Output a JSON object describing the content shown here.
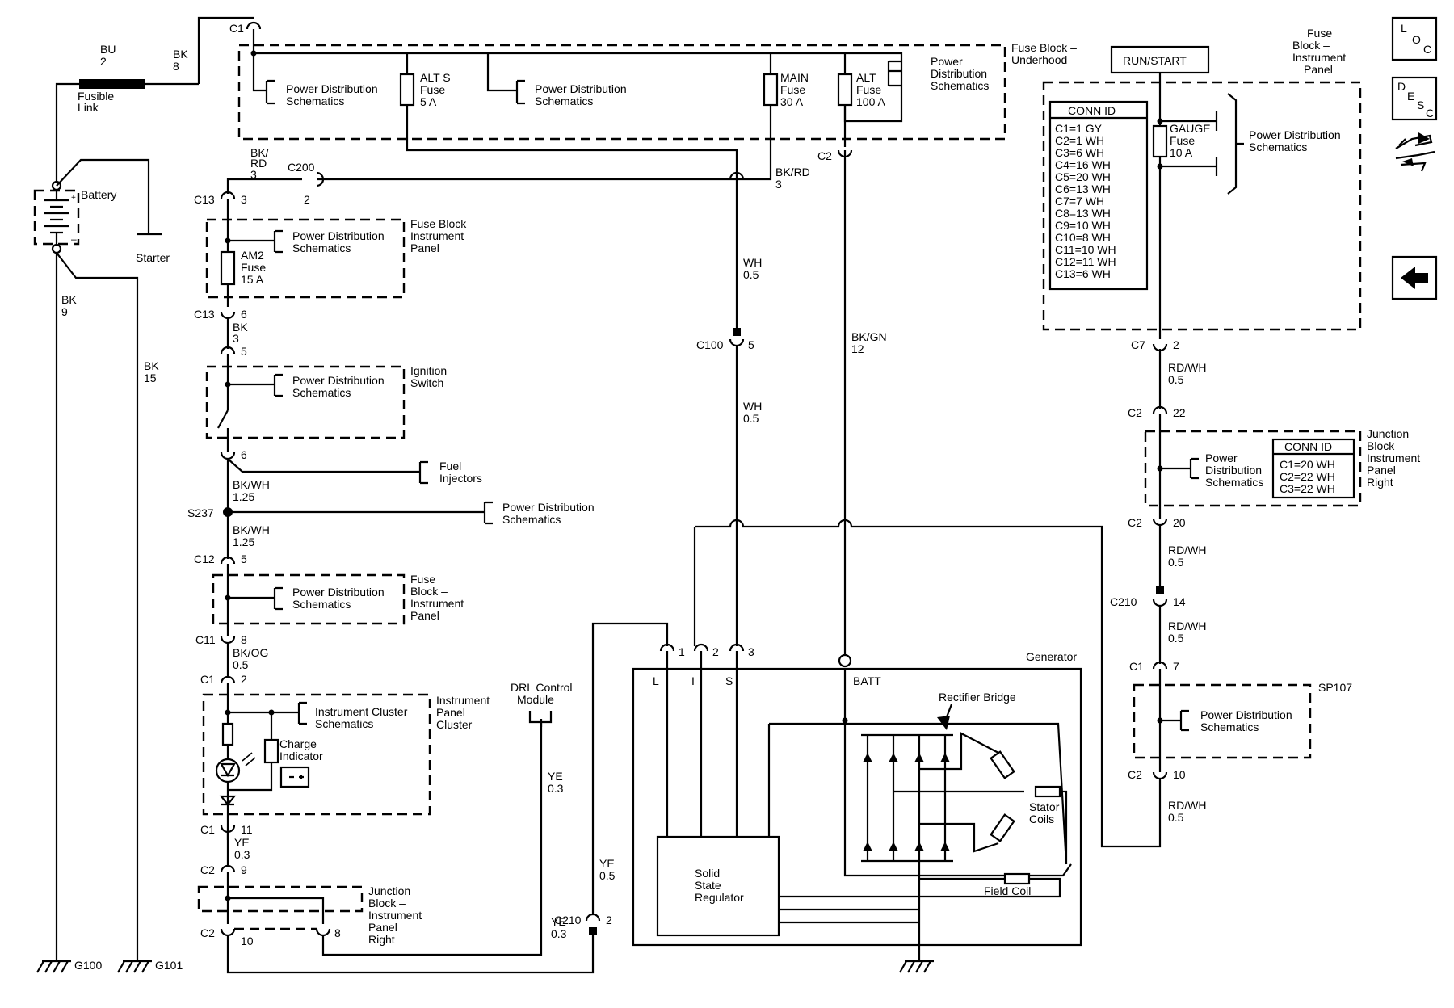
{
  "nav": {
    "loc": [
      "L",
      "O",
      "C"
    ],
    "desc": [
      "D",
      "E",
      "S",
      "C"
    ]
  },
  "labels": {
    "run_start": "RUN/START",
    "fuse_block_ip": [
      "Fuse",
      "Block –",
      "Instrument",
      "Panel"
    ],
    "fuse_block_uh": [
      "Fuse Block –",
      "Underhood"
    ],
    "pds": [
      "Power Distribution",
      "Schematics"
    ],
    "pds3": [
      "Power",
      "Distribution",
      "Schematics"
    ],
    "alts_fuse": [
      "ALT S",
      "Fuse",
      "5 A"
    ],
    "main_fuse": [
      "MAIN",
      "Fuse",
      "30 A"
    ],
    "alt_fuse": [
      "ALT",
      "Fuse",
      "100 A"
    ],
    "gauge_fuse": [
      "GAUGE",
      "Fuse",
      "10 A"
    ],
    "am2_fuse": [
      "AM2",
      "Fuse",
      "15 A"
    ],
    "fuse_block_ip2": [
      "Fuse Block –",
      "Instrument",
      "Panel"
    ],
    "ignition_switch": [
      "Ignition",
      "Switch"
    ],
    "fuel_injectors": [
      "Fuel",
      "Injectors"
    ],
    "fuse_block_ip3": [
      "Fuse",
      "Block –",
      "Instrument",
      "Panel"
    ],
    "ipc": [
      "Instrument",
      "Panel",
      "Cluster"
    ],
    "ic_schem": [
      "Instrument Cluster",
      "Schematics"
    ],
    "charge_indicator": [
      "Charge",
      "Indicator"
    ],
    "drl": [
      "DRL Control",
      "Module"
    ],
    "jb_ip_right": [
      "Junction",
      "Block –",
      "Instrument",
      "Panel",
      "Right"
    ],
    "jb_ip_right2": [
      "Junction",
      "Block –",
      "Instrument",
      "Panel",
      "Right"
    ],
    "generator": "Generator",
    "rectifier": "Rectifier Bridge",
    "stator": [
      "Stator",
      "Coils"
    ],
    "field_coil": "Field Coil",
    "regulator": [
      "Solid",
      "State",
      "Regulator"
    ],
    "batt": "BATT",
    "term_l": "L",
    "term_i": "I",
    "term_s": "S",
    "battery": "Battery",
    "starter": "Starter",
    "fusible_link": [
      "Fusible",
      "Link"
    ],
    "sp107": "SP107",
    "s237": "S237"
  },
  "conn_id_main": {
    "title": "CONN ID",
    "rows": [
      "C1=1 GY",
      "C2=1 WH",
      "C3=6 WH",
      "C4=16 WH",
      "C5=20 WH",
      "C6=13 WH",
      "C7=7 WH",
      "C8=13 WH",
      "C9=10 WH",
      "C10=8 WH",
      "C11=10 WH",
      "C12=11 WH",
      "C13=6 WH"
    ]
  },
  "conn_id_jb": {
    "title": "CONN ID",
    "rows": [
      "C1=20 WH",
      "C2=22 WH",
      "C3=22 WH"
    ]
  },
  "connectors": {
    "c1_top": "C1",
    "c2_uh": "C2",
    "c200": "C200",
    "c200_pin": "2",
    "c13a": "C13",
    "c13a_pin": "3",
    "c13b": "C13",
    "c13b_pin": "6",
    "ign_in": "5",
    "ign_out": "6",
    "c12": "C12",
    "c12_pin": "5",
    "c11": "C11",
    "c11_pin": "8",
    "c1a": "C1",
    "c1a_pin": "2",
    "c1b": "C1",
    "c1b_pin": "11",
    "c2a": "C2",
    "c2a_pin": "9",
    "c2b": "C2",
    "c2b_pin": "10",
    "c2b_pin8": "8",
    "c210": "C210",
    "c210_pin": "2",
    "c100": "C100",
    "c100_pin": "5",
    "gen_pin1": "1",
    "gen_pin2": "2",
    "gen_pin3": "3",
    "c7": "C7",
    "c7_pin": "2",
    "c2r1": "C2",
    "c2r1_pin": "22",
    "c2r2": "C2",
    "c2r2_pin": "20",
    "c210r": "C210",
    "c210r_pin": "14",
    "c1r": "C1",
    "c1r_pin": "7",
    "c2r3": "C2",
    "c2r3_pin": "10"
  },
  "wires": {
    "bu": [
      "BU",
      "2"
    ],
    "bk8": [
      "BK",
      "8"
    ],
    "bk9": [
      "BK",
      "9"
    ],
    "bk15": [
      "BK",
      "15"
    ],
    "bkrd_a": [
      "BK/",
      "RD",
      "3"
    ],
    "bkrd_b": [
      "BK/RD",
      "3"
    ],
    "bk3": [
      "BK",
      "3"
    ],
    "bkwh_a": [
      "BK/WH",
      "1.25"
    ],
    "bkwh_b": [
      "BK/WH",
      "1.25"
    ],
    "bkog": [
      "BK/OG",
      "0.5"
    ],
    "ye_a": [
      "YE",
      "0.3"
    ],
    "ye_drl": [
      "YE",
      "0.3"
    ],
    "ye_c": [
      "YE",
      "0.5"
    ],
    "ye_d": [
      "YE",
      "0.3"
    ],
    "wh_a": [
      "WH",
      "0.5"
    ],
    "wh_b": [
      "WH",
      "0.5"
    ],
    "bkgn": [
      "BK/GN",
      "12"
    ],
    "rdwh_a": [
      "RD/WH",
      "0.5"
    ],
    "rdwh_b": [
      "RD/WH",
      "0.5"
    ],
    "rdwh_c": [
      "RD/WH",
      "0.5"
    ],
    "rdwh_d": [
      "RD/WH",
      "0.5"
    ]
  },
  "grounds": {
    "g100": "G100",
    "g101": "G101"
  }
}
